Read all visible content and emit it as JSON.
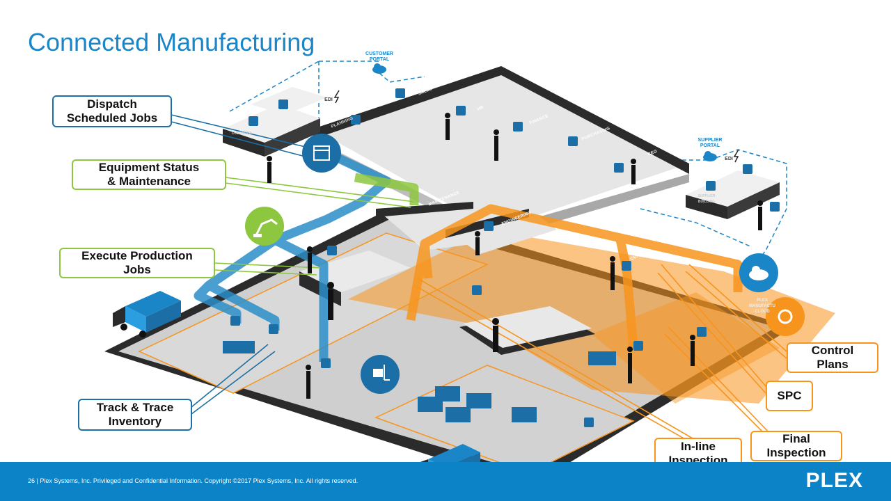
{
  "title": "Connected Manufacturing",
  "callouts": {
    "dispatch": "Dispatch\nScheduled Jobs",
    "equipment": "Equipment Status\n& Maintenance",
    "execute": "Execute Production\nJobs",
    "track": "Track & Trace\nInventory",
    "control": "Control\nPlans",
    "spc": "SPC",
    "final": "Final\nInspection",
    "inline": "In-line\nInspection"
  },
  "labels": {
    "customer_portal": "CUSTOMER\nPORTAL",
    "supplier_portal": "SUPPLIER\nPORTAL",
    "edi": "EDI",
    "customer": "CUSTOMER",
    "supplier_building": "SUPPLIER\nBUILDING",
    "plex_cloud": "PLEX\nMANUFACTU\nCLOUD"
  },
  "zones": {
    "planning": "PLANNING",
    "sales": "SALES",
    "hr": "HR",
    "finance": "FINANCE",
    "purchasing": "PURCHASING",
    "ceo": "CEO",
    "maintenance": "MAINTENANCE",
    "engineering": "ENGINEERING",
    "quality": "QUALITY"
  },
  "footer": {
    "text": "26   |   Plex Systems, Inc. Privileged and Confidential Information. Copyright ©2017 Plex Systems, Inc. All rights reserved.",
    "logo": "PLEX"
  },
  "colors": {
    "title": "#1a86c8",
    "blue_line": "#2a8ec8",
    "green_line": "#8dc63f",
    "orange_line": "#f7941d",
    "footer": "#0d83c7",
    "floor": "#cfcfcf",
    "wall": "#2b2b2b"
  },
  "icons": [
    "calendar-icon",
    "robot-arm-icon",
    "forklift-icon",
    "cloud-icon",
    "gear-icon",
    "wifi-icon",
    "truck-icon",
    "lightning-icon"
  ]
}
